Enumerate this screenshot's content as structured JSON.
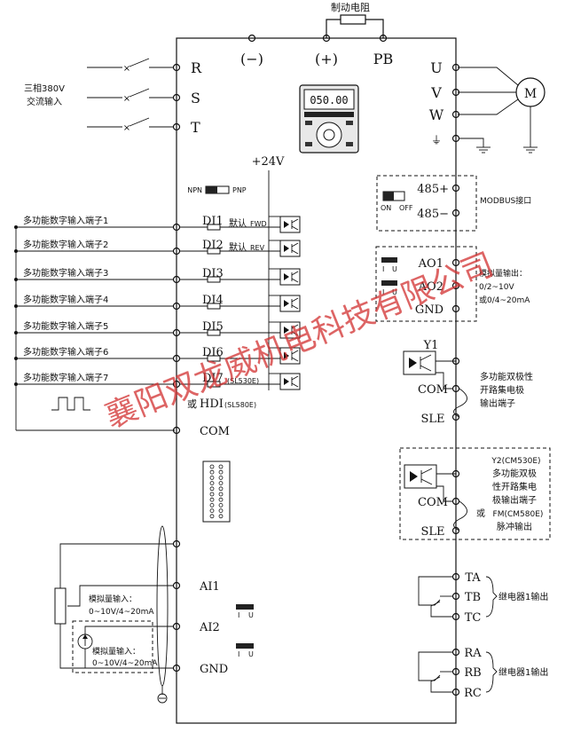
{
  "top": {
    "brake_resistor": "制动电阻",
    "minus": "(−)",
    "plus": "(+)",
    "pb": "PB"
  },
  "power_input": {
    "label_line1": "三相380V",
    "label_line2": "交流输入",
    "terminals": [
      "R",
      "S",
      "T"
    ]
  },
  "motor": {
    "terminals": [
      "U",
      "V",
      "W"
    ],
    "motor_label": "M"
  },
  "keypad": {
    "display": "050.00"
  },
  "supply": {
    "v24": "+24V",
    "npn": "NPN",
    "pnp": "PNP"
  },
  "digital_inputs": {
    "ext_labels": [
      "多功能数字输入端子1",
      "多功能数字输入端子2",
      "多功能数字输入端子3",
      "多功能数字输入端子4",
      "多功能数字输入端子5",
      "多功能数字输入端子6",
      "多功能数字输入端子7"
    ],
    "terminals": [
      "DI1",
      "DI2",
      "DI3",
      "DI4",
      "DI5",
      "DI6",
      "DI7"
    ],
    "default_label": "默认",
    "fwd": "FWD",
    "rev": "REV",
    "di7_model": "(SL530E)",
    "hdi_prefix": "或",
    "hdi": "HDI",
    "hdi_model": "(SL580E)",
    "com": "COM"
  },
  "modbus": {
    "p": "485+",
    "n": "485−",
    "label": "MODBUS接口",
    "on": "ON",
    "off": "OFF"
  },
  "analog_out": {
    "ao1": "AO1",
    "ao2": "AO2",
    "gnd": "GND",
    "i": "I",
    "u": "U",
    "label_line1": "模拟量输出：",
    "label_line2": "0/2~10V",
    "label_line3": "或0/4~20mA"
  },
  "y1": {
    "terminal": "Y1",
    "com": "COM",
    "sle": "SLE",
    "label_line1": "多功能双极性",
    "label_line2": "开路集电极",
    "label_line3": "输出端子"
  },
  "y2": {
    "terminal_label": "Y2(CM530E)",
    "label_line1": "多功能双极",
    "label_line2": "性开路集电",
    "label_line3": "极输出端子",
    "or_prefix": "或",
    "fm_label": "FM(CM580E)",
    "pulse_label": "脉冲输出",
    "com": "COM",
    "sle": "SLE"
  },
  "analog_in": {
    "ai1": "AI1",
    "ai2": "AI2",
    "gnd": "GND",
    "ai1_label_line1": "模拟量输入：",
    "ai1_label_line2": "0~10V/4~20mA",
    "ai2_label_line1": "模拟量输入：",
    "ai2_label_line2": "0~10V/4~20mA",
    "i": "I",
    "u": "U"
  },
  "relay1": {
    "ta": "TA",
    "tb": "TB",
    "tc": "TC",
    "label": "继电器1输出"
  },
  "relay2": {
    "ra": "RA",
    "rb": "RB",
    "rc": "RC",
    "label": "继电器1输出"
  },
  "watermark": "襄阳双龙威机电科技有限公司"
}
